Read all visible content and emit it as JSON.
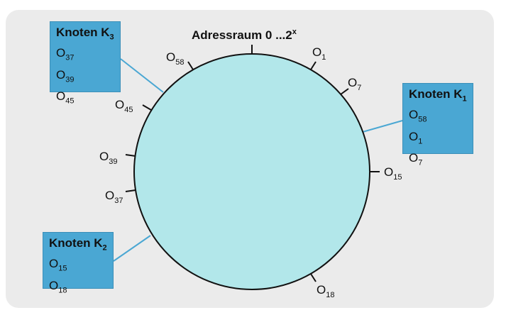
{
  "title": {
    "prefix": "Adressraum 0 ...2",
    "sup": "x"
  },
  "nodes": [
    {
      "name": "Knoten K",
      "sub": "3",
      "objects": [
        "37",
        "39",
        "45"
      ]
    },
    {
      "name": "Knoten K",
      "sub": "1",
      "objects": [
        "58",
        "1",
        "7"
      ]
    },
    {
      "name": "Knoten K",
      "sub": "2",
      "objects": [
        "15",
        "18"
      ]
    }
  ],
  "ring_objects": [
    "58",
    "1",
    "7",
    "15",
    "18",
    "37",
    "39",
    "45"
  ],
  "object_prefix": "O",
  "colors": {
    "ring_fill": "#b2e7ea",
    "node_fill": "#4aa7d3",
    "connector": "#4aa7d3",
    "panel": "#ebebeb"
  }
}
